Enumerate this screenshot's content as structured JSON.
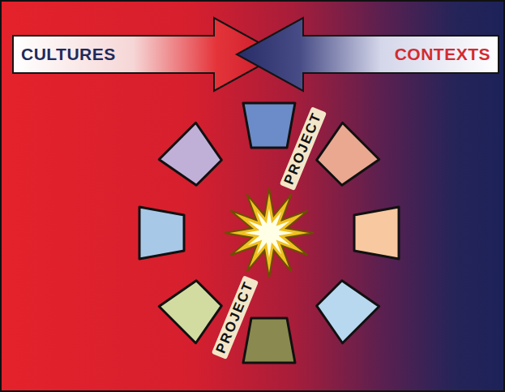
{
  "diagram": {
    "nodes": [
      {
        "text": [
          "CULTURES"
        ]
      },
      {
        "text": [
          "CONTEXTS"
        ]
      }
    ],
    "labels": [
      "PROJECT",
      "PROJECT"
    ]
  }
}
